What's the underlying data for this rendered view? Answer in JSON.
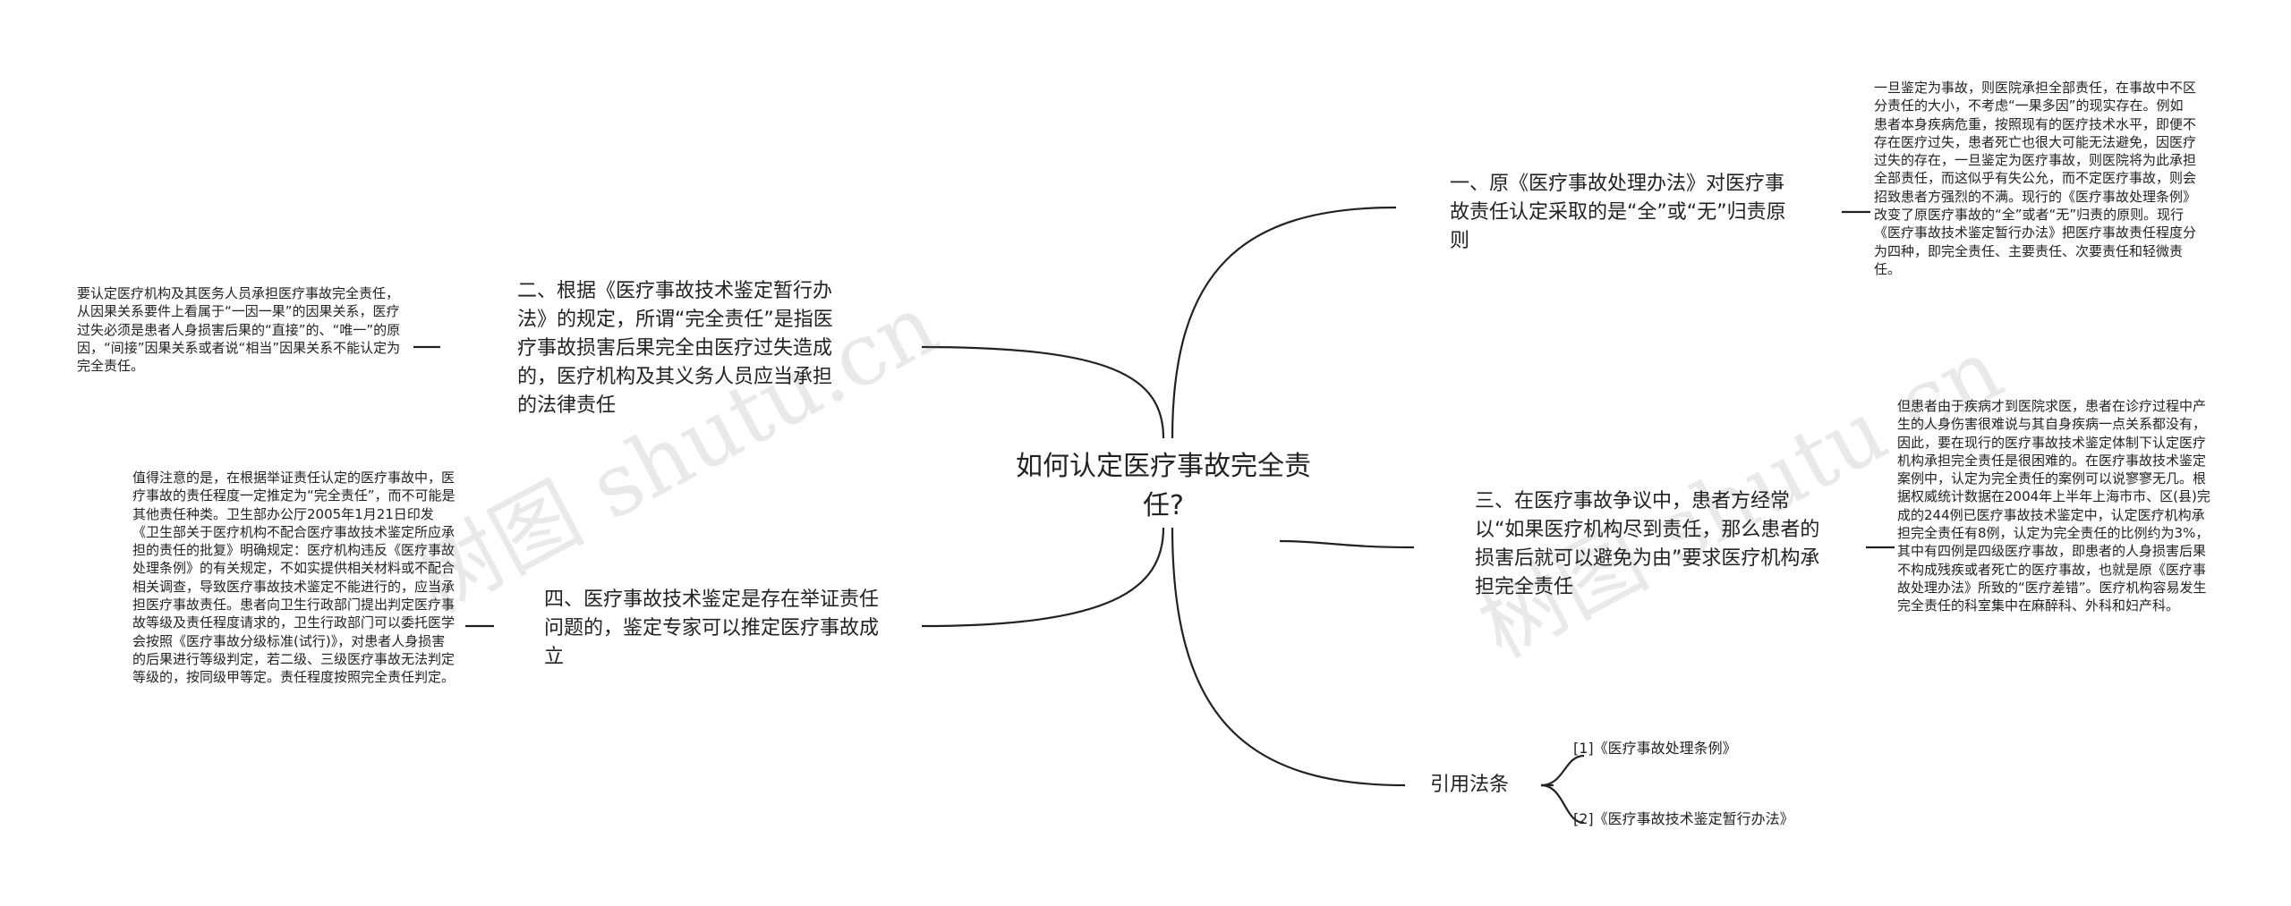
{
  "central": "如何认定医疗事故完全责任?",
  "branches": {
    "b1": "一、原《医疗事故处理办法》对医疗事故责任认定采取的是“全”或“无”归责原则",
    "b2": "二、根据《医疗事故技术鉴定暂行办法》的规定，所谓“完全责任”是指医疗事故损害后果完全由医疗过失造成的，医疗机构及其义务人员应当承担的法律责任",
    "b3": "三、在医疗事故争议中，患者方经常以“如果医疗机构尽到责任，那么患者的损害后就可以避免为由”要求医疗机构承担完全责任",
    "b4": "四、医疗事故技术鉴定是存在举证责任问题的，鉴定专家可以推定医疗事故成立",
    "b5": "引用法条"
  },
  "leaves": {
    "l1": "一旦鉴定为事故，则医院承担全部责任，在事故中不区分责任的大小，不考虑“一果多因”的现实存在。例如患者本身疾病危重，按照现有的医疗技术水平，即便不存在医疗过失，患者死亡也很大可能无法避免，因医疗过失的存在，一旦鉴定为医疗事故，则医院将为此承担全部责任，而这似乎有失公允，而不定医疗事故，则会招致患者方强烈的不满。现行的《医疗事故处理条例》改变了原医疗事故的“全”或者“无”归责的原则。现行《医疗事故技术鉴定暂行办法》把医疗事故责任程度分为四种，即完全责任、主要责任、次要责任和轻微责任。",
    "l2": "要认定医疗机构及其医务人员承担医疗事故完全责任，从因果关系要件上看属于“一因一果”的因果关系，医疗过失必须是患者人身损害后果的“直接”的、“唯一”的原因，“间接”因果关系或者说“相当”因果关系不能认定为完全责任。",
    "l3": "但患者由于疾病才到医院求医，患者在诊疗过程中产生的人身伤害很难说与其自身疾病一点关系都没有，因此，要在现行的医疗事故技术鉴定体制下认定医疗机构承担完全责任是很困难的。在医疗事故技术鉴定案例中，认定为完全责任的案例可以说寥寥无几。根据权威统计数据在2004年上半年上海市市、区(县)完成的244例已医疗事故技术鉴定中，认定医疗机构承担完全责任有8例，认定为完全责任的比例约为3%，其中有四例是四级医疗事故，即患者的人身损害后果不构成残疾或者死亡的医疗事故，也就是原《医疗事故处理办法》所致的“医疗差错”。医疗机构容易发生完全责任的科室集中在麻醉科、外科和妇产科。",
    "l4": "值得注意的是，在根据举证责任认定的医疗事故中，医疗事故的责任程度一定推定为“完全责任”，而不可能是其他责任种类。卫生部办公厅2005年1月21日印发《卫生部关于医疗机构不配合医疗事故技术鉴定所应承担的责任的批复》明确规定：医疗机构违反《医疗事故处理条例》的有关规定，不如实提供相关材料或不配合相关调查，导致医疗事故技术鉴定不能进行的，应当承担医疗事故责任。患者向卫生行政部门提出判定医疗事故等级及责任程度请求的，卫生行政部门可以委托医学会按照《医疗事故分级标准(试行)》，对患者人身损害的后果进行等级判定，若二级、三级医疗事故无法判定等级的，按同级甲等定。责任程度按照完全责任判定。",
    "ref1": "[1]《医疗事故处理条例》",
    "ref2": "[2]《医疗事故技术鉴定暂行办法》"
  },
  "watermarks": [
    "树图 shutu.cn",
    "树图 shutu.cn"
  ],
  "colors": {
    "line": "#222222",
    "text": "#222222",
    "watermark": "#787878"
  }
}
